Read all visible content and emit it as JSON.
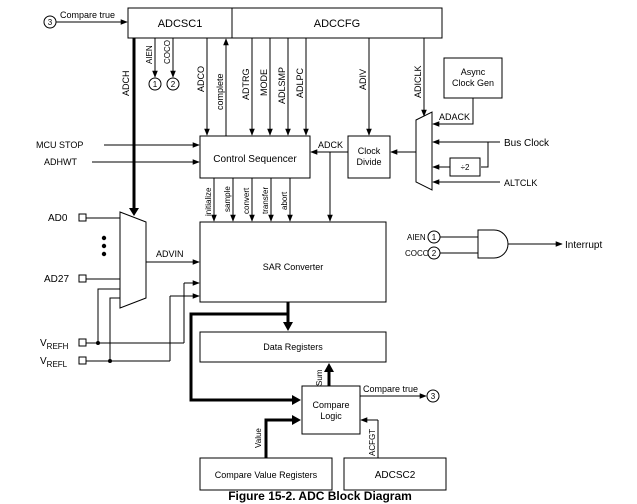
{
  "blocks": {
    "adcsc1": "ADCSC1",
    "adccfg": "ADCCFG",
    "async_clock_gen": [
      "Async",
      "Clock Gen"
    ],
    "control_sequencer": "Control Sequencer",
    "clock_divide": [
      "Clock",
      "Divide"
    ],
    "sar_converter": "SAR Converter",
    "data_registers": "Data Registers",
    "compare_logic": [
      "Compare",
      "Logic"
    ],
    "compare_value_registers": "Compare Value Registers",
    "adcsc2": "ADCSC2",
    "divide_by_2": "÷2"
  },
  "signals": {
    "compare_true": "Compare true",
    "adch": "ADCH",
    "aien": "AIEN",
    "coco": "COCO",
    "adco": "ADCO",
    "complete": "complete",
    "adtrg": "ADTRG",
    "mode": "MODE",
    "adlsmp": "ADLSMP",
    "adlpc": "ADLPC",
    "adiv": "ADIV",
    "adiclk": "ADICLK",
    "adack": "ADACK",
    "bus_clock": "Bus Clock",
    "altclk": "ALTCLK",
    "adck": "ADCK",
    "mcu_stop": "MCU STOP",
    "adhwt": "ADHWT",
    "initialize": "initialize",
    "sample": "sample",
    "convert": "convert",
    "transfer": "transfer",
    "abort": "abort",
    "ad0": "AD0",
    "ad27": "AD27",
    "advin": "ADVIN",
    "vrefh_main": "V",
    "vrefh_sub": "REFH",
    "vrefl_main": "V",
    "vrefl_sub": "REFL",
    "interrupt": "Interrupt",
    "sum": "Sum",
    "value": "Value",
    "acfgt": "ACFGT"
  },
  "markers": {
    "one": "1",
    "two": "2",
    "three": "3"
  },
  "caption": "Figure 15-2. ADC Block Diagram"
}
